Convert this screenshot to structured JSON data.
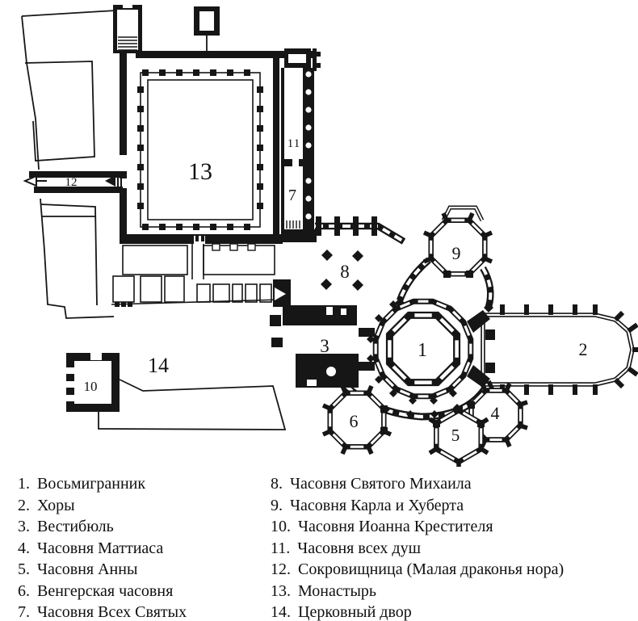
{
  "colors": {
    "ink": "#161616",
    "paper": "#ffffff"
  },
  "plan": {
    "labels": [
      "1",
      "2",
      "3",
      "4",
      "5",
      "6",
      "7",
      "8",
      "9",
      "10",
      "11",
      "12",
      "13",
      "14"
    ]
  },
  "legend": {
    "items": [
      {
        "num": "1.",
        "label": "Восьмигранник"
      },
      {
        "num": "2.",
        "label": "Хоры"
      },
      {
        "num": "3.",
        "label": "Вестибюль"
      },
      {
        "num": "4.",
        "label": "Часовня Маттиаса"
      },
      {
        "num": "5.",
        "label": "Часовня Анны"
      },
      {
        "num": "6.",
        "label": "Венгерская часовня"
      },
      {
        "num": "7.",
        "label": "Часовня Всех Святых"
      },
      {
        "num": "8.",
        "label": "Часовня Святого Михаила"
      },
      {
        "num": "9.",
        "label": "Часовня Карла и Хуберта"
      },
      {
        "num": "10.",
        "label": "Часовня Иоанна Крестителя"
      },
      {
        "num": "11.",
        "label": "Часовня всех душ"
      },
      {
        "num": "12.",
        "label": "Сокровищница (Малая драконья нора)"
      },
      {
        "num": "13.",
        "label": "Монастырь"
      },
      {
        "num": "14.",
        "label": "Церковный двор"
      }
    ]
  }
}
